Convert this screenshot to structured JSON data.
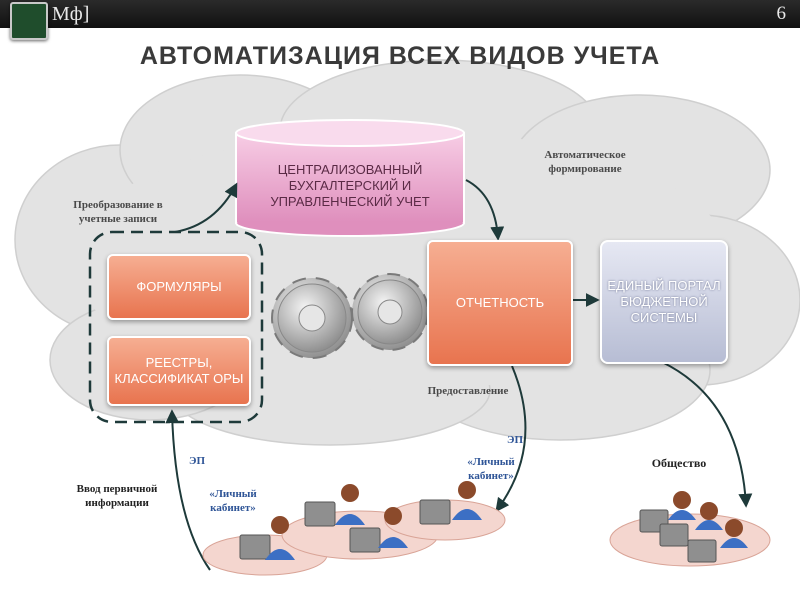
{
  "header": {
    "logo_text": "Мф]",
    "page_number": "6"
  },
  "title": "АВТОМАТИЗАЦИЯ ВСЕХ ВИДОВ УЧЕТА",
  "boxes": {
    "central": "ЦЕНТРАЛИЗОВАННЫЙ БУХГАЛТЕРСКИЙ И УПРАВЛЕНЧЕСКИЙ УЧЕТ",
    "formulary": "ФОРМУЛЯРЫ",
    "registers": "РЕЕСТРЫ, КЛАССИФИКАТ ОРЫ",
    "reporting": "ОТЧЕТНОСТЬ",
    "portal": "ЕДИНЫЙ ПОРТАЛ БЮДЖЕТНОЙ СИСТЕМЫ"
  },
  "labels": {
    "conversion": "Преобразование в учетные записи",
    "auto_forming": "Автоматическое формирование",
    "providing": "Предоставление",
    "primary_input": "Ввод первичной информации",
    "ep_left": "ЭП",
    "cabinet_left": "«Личный кабинет»",
    "ep_right": "ЭП",
    "cabinet_right": "«Личный кабинет»",
    "society": "Общество"
  },
  "colors": {
    "cloud": "#e3e3e3",
    "orange_box": "#ec7c57",
    "pink_cylinder": "#e69ac6",
    "portal_box": "#c3c8dc",
    "arrow": "#1e3a3a",
    "label_blue": "#2f5597"
  }
}
